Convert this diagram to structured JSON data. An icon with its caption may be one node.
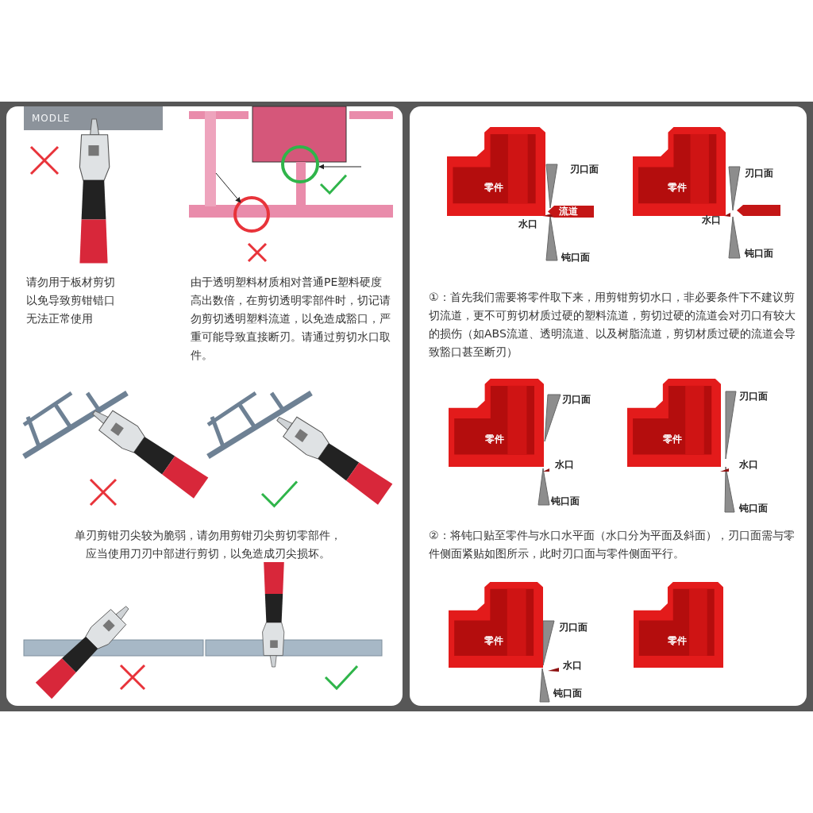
{
  "diagram": {
    "nodes": [
      {
        "text": [
          "零件"
        ]
      },
      {
        "text": [
          "流道"
        ]
      },
      {
        "text": [
          "零件"
        ]
      },
      {
        "text": [],
        "shape": "bar"
      },
      {
        "text": [
          "零件"
        ]
      },
      {
        "text": [
          "零件"
        ]
      },
      {
        "text": [
          "零件"
        ]
      },
      {
        "text": [
          "零件"
        ]
      }
    ],
    "labels": [
      "MODLE",
      "请勿用于板材剪切以免导致剪钳错口无法正常使用",
      "由于透明塑料材质相对普通PE塑料硬度高出数倍，在剪切透明零部件时，切记请勿剪切透明塑料流道，以免造成豁口，严重可能导致直接断刃。请通过剪切水口取件。",
      "单刃剪钳刃尖较为脆弱，请勿用剪钳刃尖剪切零部件，应当使用刀刃中部进行剪切，以免造成刃尖损坏。",
      "刃口面",
      "水口",
      "钝口面",
      "刃口面",
      "水口",
      "钝口面",
      "①：首先我们需要将零件取下来，用剪钳剪切水口，非必要条件下不建议剪切流道，更不可剪切材质过硬的塑料流道，剪切过硬的流道会对刃口有较大的损伤（如ABS流道、透明流道、以及树脂流道，剪切材质过硬的流道会导致豁口甚至断刃）",
      "刃口面",
      "水口",
      "钝口面",
      "刃口面",
      "水口",
      "钝口面",
      "②：将钝口贴至零件与水口水平面（水口分为平面及斜面），刃口面需与零件侧面紧贴如图所示，此时刃口面与零件侧面平行。",
      "刃口面",
      "水口",
      "钝口面"
    ]
  }
}
